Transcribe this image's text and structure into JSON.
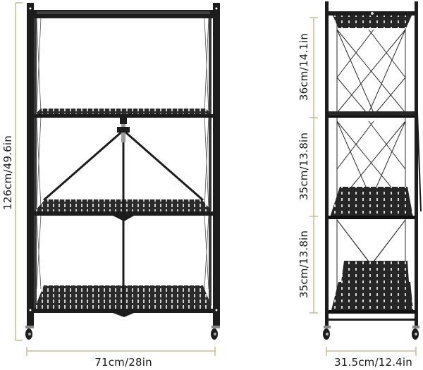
{
  "colors": {
    "frame": "#1c1c1c",
    "shelf": "#2a2a2a",
    "hole": "#d8d8d8",
    "dimension_line": "#c9bb95",
    "background": "#ffffff"
  },
  "front_view": {
    "height_label": "126cm/49.6in",
    "width_label": "71cm/28in",
    "shelf_count": 4
  },
  "side_view": {
    "section_labels": [
      "36cm/14.1in",
      "35cm/13.8in",
      "35cm/13.8in"
    ],
    "depth_label": "31.5cm/12.4in",
    "shelf_count": 4
  }
}
